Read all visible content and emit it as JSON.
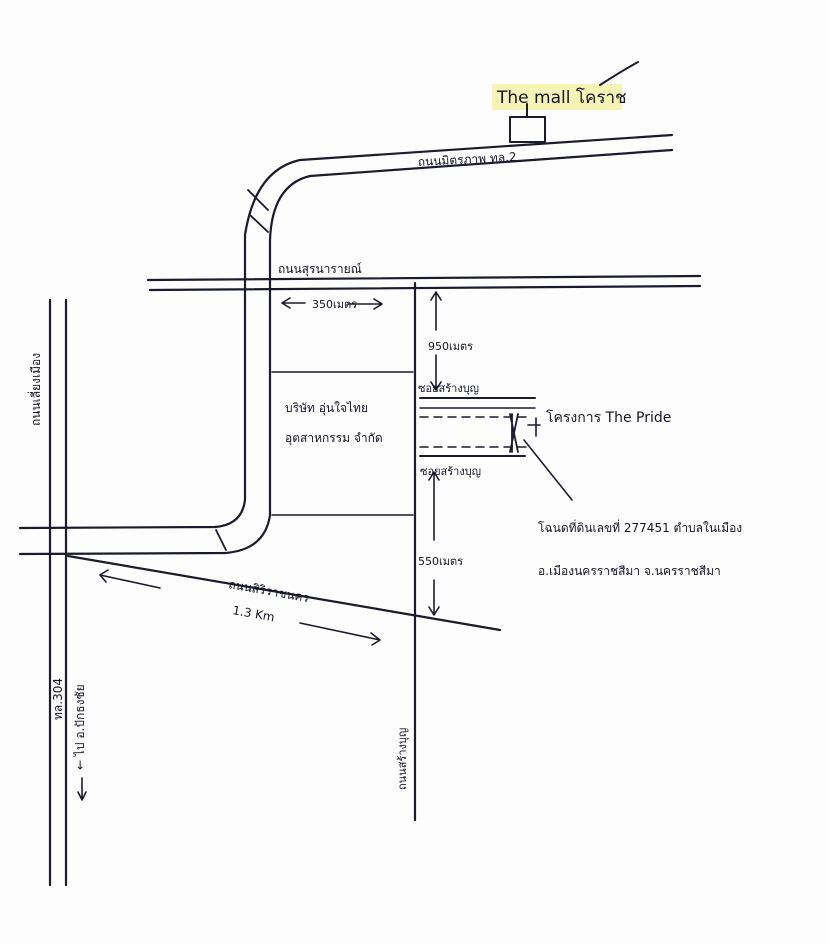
{
  "labels": {
    "the_mall": "The mall โคราช",
    "road_mitraphap": "ถนนมิตรภาพ ทล.2",
    "road_suranaree": "ถนนสุรนารายณ์",
    "dist_350": "350เมตร",
    "dist_950": "950เมตร",
    "road_left_vertical": "ถนนเลี่ยงเมือง",
    "company": [
      "บริษัท อุ่นใจไทย",
      "อุตสาหกรรม จำกัด"
    ],
    "soi_top": "ซอยสร้างบุญ",
    "project": "โครงการ The Pride",
    "soi_bottom": "ซอยสร้างบุญ",
    "title_deed": [
      "โฉนดที่ดินเลขที่ 277451 ตำบลในเมือง",
      "อ.เมืองนครราชสีมา จ.นครราชสีมา"
    ],
    "dist_550": "550เมตร",
    "road_sirirach": "ถนนสิริราชนคร",
    "dist_1_3": "1.3 Km",
    "road_hwy304": "ทล.304",
    "to_pakthongchai": "← ไป อ.ปักธงชัย",
    "road_bottom_vertical": "ถนนสร้างบุญ"
  }
}
